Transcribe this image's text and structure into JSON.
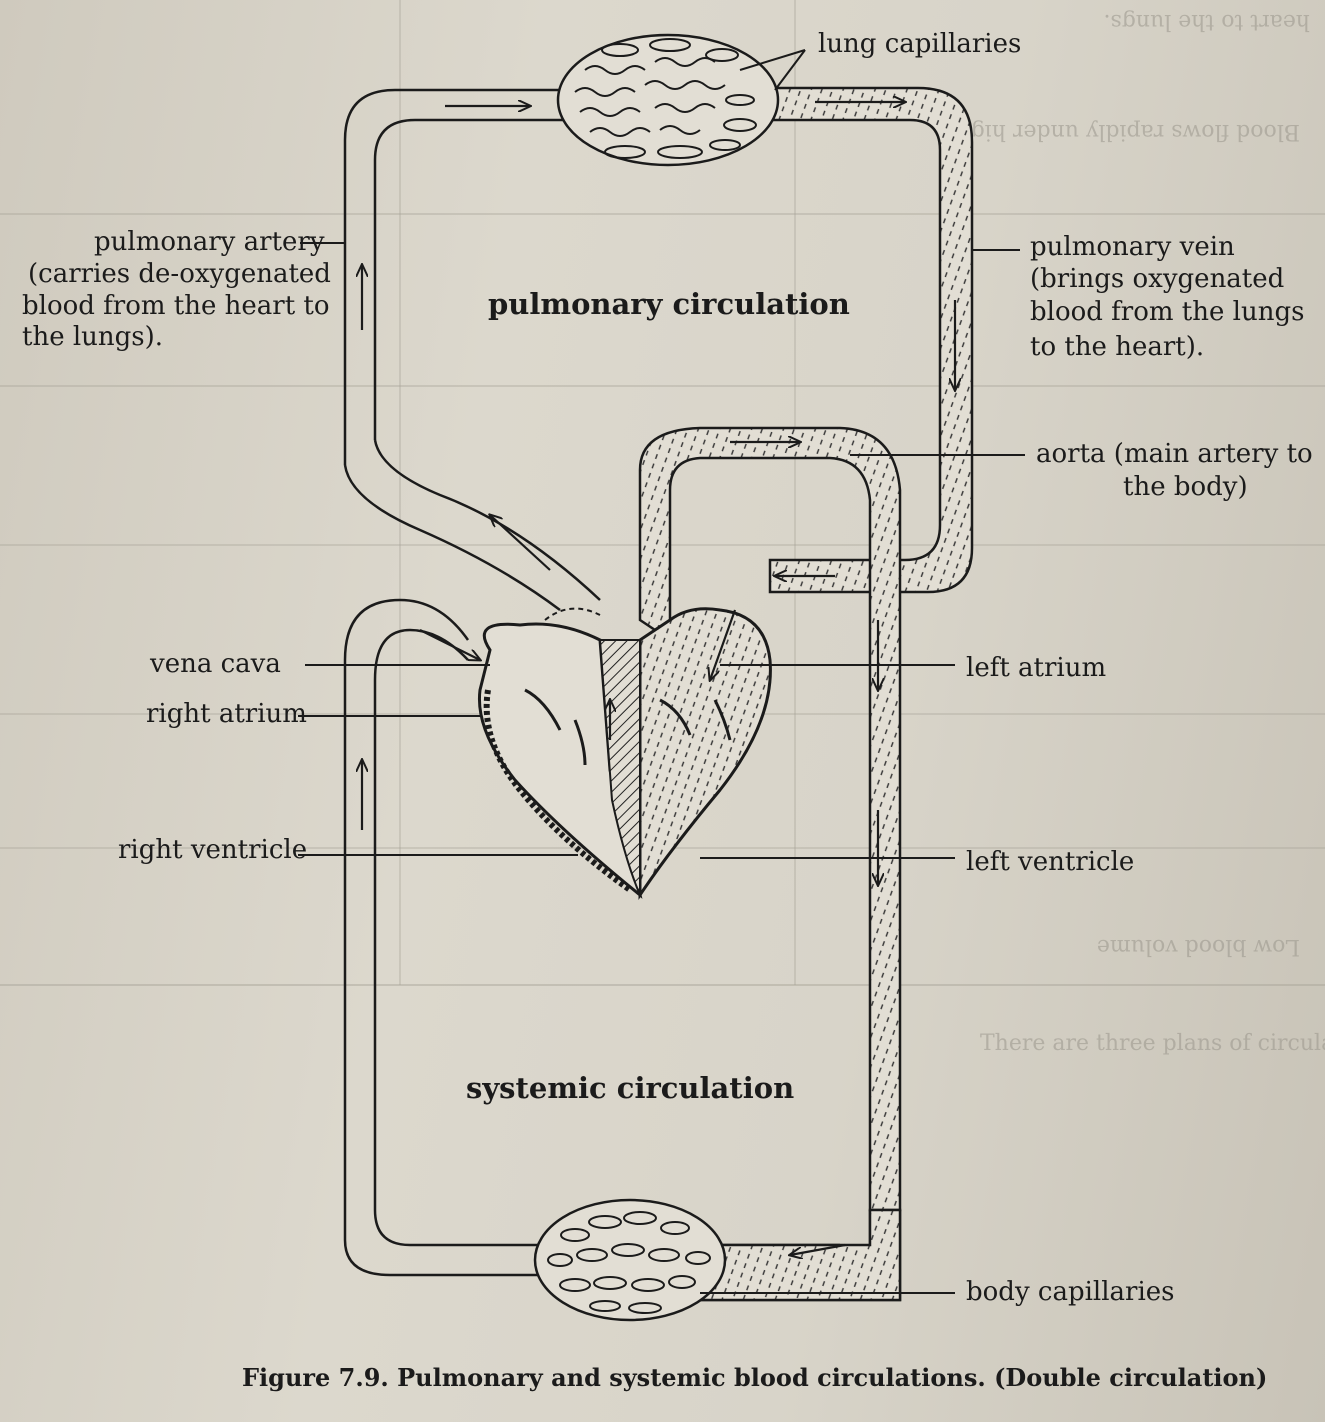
{
  "figure": {
    "caption": "Figure 7.9. Pulmonary and systemic blood circulations. (Double circulation)"
  },
  "regions": {
    "pulmonary": "pulmonary circulation",
    "systemic": "systemic circulation"
  },
  "labels": {
    "lung_capillaries": "lung capillaries",
    "pulmonary_artery": [
      "pulmonary artery",
      "(carries de-oxygenated",
      "blood from the heart to",
      "the lungs)."
    ],
    "pulmonary_vein": [
      "pulmonary vein",
      "(brings oxygenated",
      "blood from the lungs",
      "to the heart)."
    ],
    "aorta": [
      "aorta (main artery to",
      "the body)"
    ],
    "vena_cava": "vena cava",
    "right_atrium": "right atrium",
    "left_atrium": "left atrium",
    "right_ventricle": "right ventricle",
    "left_ventricle": "left ventricle",
    "body_capillaries": "body capillaries"
  },
  "colors": {
    "ink": "#1b1b1b",
    "paper": "#d8d4c9",
    "vessel_fill": "#e7e3da"
  }
}
